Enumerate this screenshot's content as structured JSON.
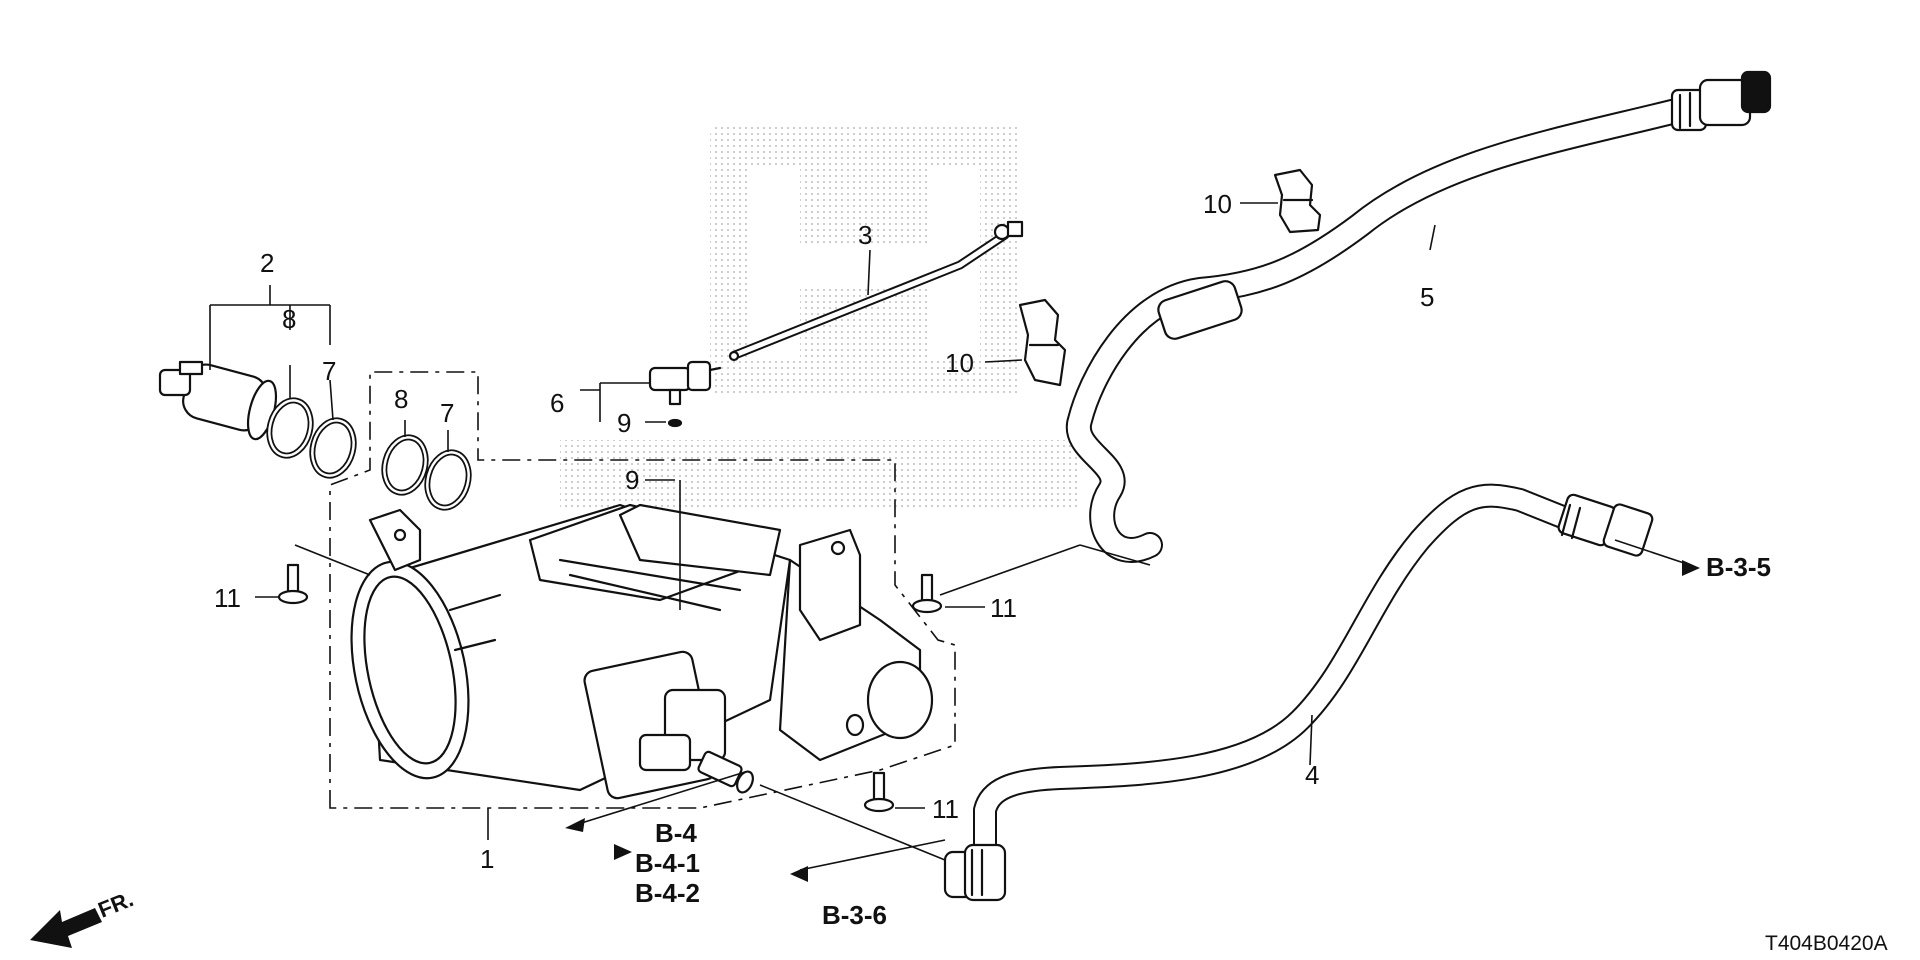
{
  "diagram": {
    "callouts": {
      "c1": "1",
      "c2": "2",
      "c3": "3",
      "c4": "4",
      "c5": "5",
      "c6": "6",
      "c7a": "7",
      "c7b": "7",
      "c8a": "8",
      "c8b": "8",
      "c9a": "9",
      "c9b": "9",
      "c10a": "10",
      "c10b": "10",
      "c11a": "11",
      "c11b": "11",
      "c11c": "11"
    },
    "references": {
      "r_b35": "B-3-5",
      "r_b36": "B-3-6",
      "r_b4": "B-4",
      "r_b41": "B-4-1",
      "r_b42": "B-4-2"
    },
    "direction_label": "FR.",
    "diagram_code": "T404B0420A",
    "colors": {
      "line": "#111111",
      "watermark": "#bdbdbd"
    }
  }
}
